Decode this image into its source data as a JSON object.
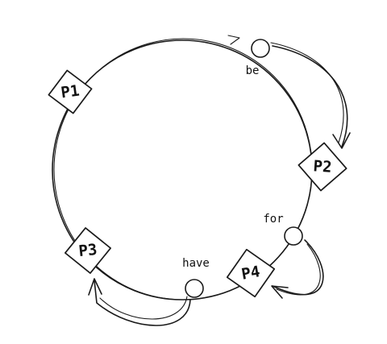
{
  "ring": {
    "peers": [
      {
        "id": "P1",
        "label": "P1"
      },
      {
        "id": "P2",
        "label": "P2"
      },
      {
        "id": "P3",
        "label": "P3"
      },
      {
        "id": "P4",
        "label": "P4"
      }
    ],
    "keys": [
      {
        "id": "be",
        "label": "be",
        "assigned_to": "P2"
      },
      {
        "id": "for",
        "label": "for",
        "assigned_to": "P4"
      },
      {
        "id": "have",
        "label": "have",
        "assigned_to": "P3"
      }
    ]
  },
  "colors": {
    "ink": "#1a1a1a",
    "background": "#ffffff"
  }
}
